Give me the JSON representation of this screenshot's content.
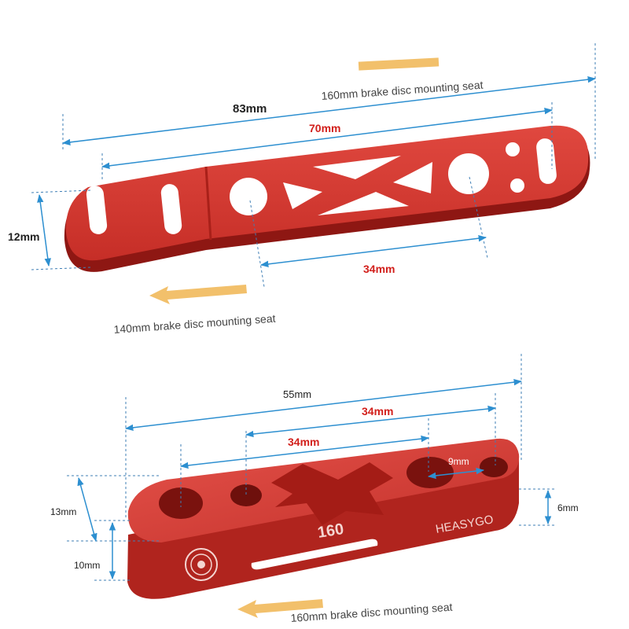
{
  "colors": {
    "dimension_line": "#2d8fd0",
    "guide_line": "#3f7fb6",
    "highlight_text": "#d2201c",
    "body_text": "#222222",
    "caption_text": "#444444",
    "arrow": "#f2c06b",
    "part_red": "#d63a33",
    "part_dark": "#8e1713"
  },
  "upper_part": {
    "labels": {
      "overall_length": "83mm",
      "hole_spacing_long": "70mm",
      "hole_spacing_short": "34mm",
      "thickness": "12mm"
    },
    "captions": {
      "seat_160": "160mm brake disc mounting seat",
      "seat_140": "140mm brake disc mounting seat"
    }
  },
  "lower_part": {
    "labels": {
      "overall_length": "55mm",
      "hole_spacing_right": "34mm",
      "hole_spacing_left": "34mm",
      "thread_size": "9mm",
      "height": "13mm",
      "depth": "10mm",
      "step": "6mm"
    },
    "engraving": {
      "size_mark": "160",
      "brand": "HEASYGO"
    },
    "captions": {
      "seat_160": "160mm brake disc mounting seat"
    }
  }
}
